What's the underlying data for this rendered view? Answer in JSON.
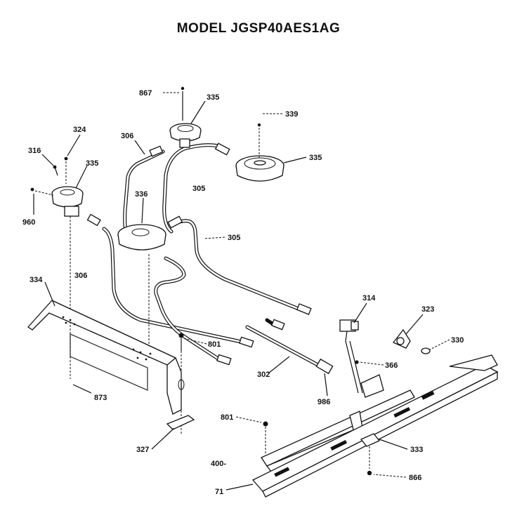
{
  "title": "MODEL JGSP40AES1AG",
  "callouts": [
    {
      "id": "c867",
      "text": "867"
    },
    {
      "id": "c335a",
      "text": "335"
    },
    {
      "id": "c339",
      "text": "339"
    },
    {
      "id": "c335b",
      "text": "335"
    },
    {
      "id": "c306a",
      "text": "306"
    },
    {
      "id": "c324",
      "text": "324"
    },
    {
      "id": "c316",
      "text": "316"
    },
    {
      "id": "c335c",
      "text": "335"
    },
    {
      "id": "c336",
      "text": "336"
    },
    {
      "id": "c305a",
      "text": "305"
    },
    {
      "id": "c960",
      "text": "960"
    },
    {
      "id": "c305b",
      "text": "305"
    },
    {
      "id": "c306b",
      "text": "306"
    },
    {
      "id": "c334",
      "text": "334"
    },
    {
      "id": "c314",
      "text": "314"
    },
    {
      "id": "c323",
      "text": "323"
    },
    {
      "id": "c801a",
      "text": "801"
    },
    {
      "id": "c330",
      "text": "330"
    },
    {
      "id": "c366",
      "text": "366"
    },
    {
      "id": "c302",
      "text": "302"
    },
    {
      "id": "c873",
      "text": "873"
    },
    {
      "id": "c986",
      "text": "986"
    },
    {
      "id": "c801b",
      "text": "801"
    },
    {
      "id": "c333",
      "text": "333"
    },
    {
      "id": "c327",
      "text": "327"
    },
    {
      "id": "c400",
      "text": "400-"
    },
    {
      "id": "c866",
      "text": "866"
    },
    {
      "id": "c71",
      "text": "71"
    }
  ]
}
